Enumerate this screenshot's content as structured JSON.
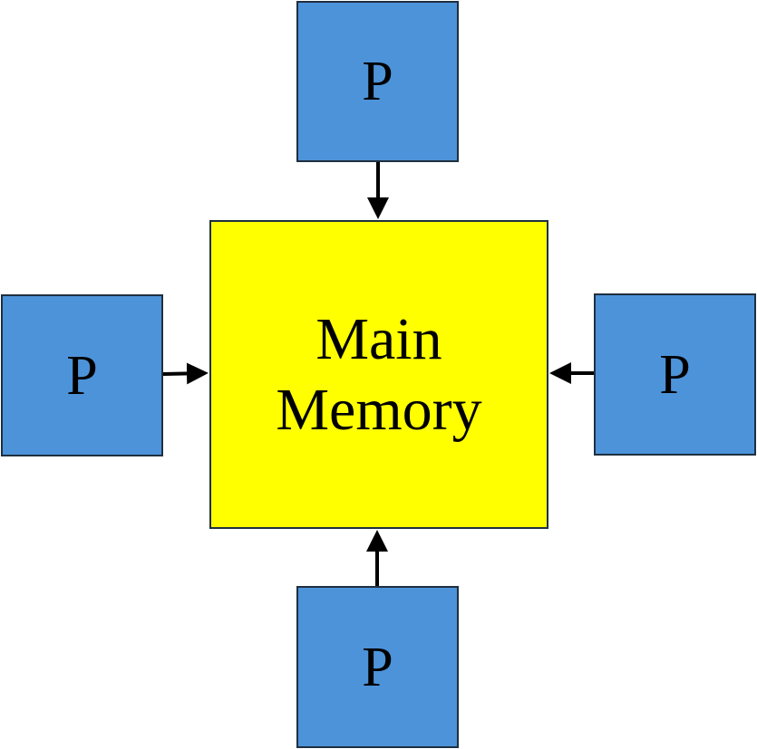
{
  "diagram": {
    "processors": {
      "top": "P",
      "left": "P",
      "right": "P",
      "bottom": "P"
    },
    "memory": {
      "line1": "Main",
      "line2": "Memory"
    },
    "colors": {
      "processor_fill": "#4d93d9",
      "memory_fill": "#ffff00",
      "border": "#1f2f3f",
      "arrow": "#000000"
    }
  }
}
